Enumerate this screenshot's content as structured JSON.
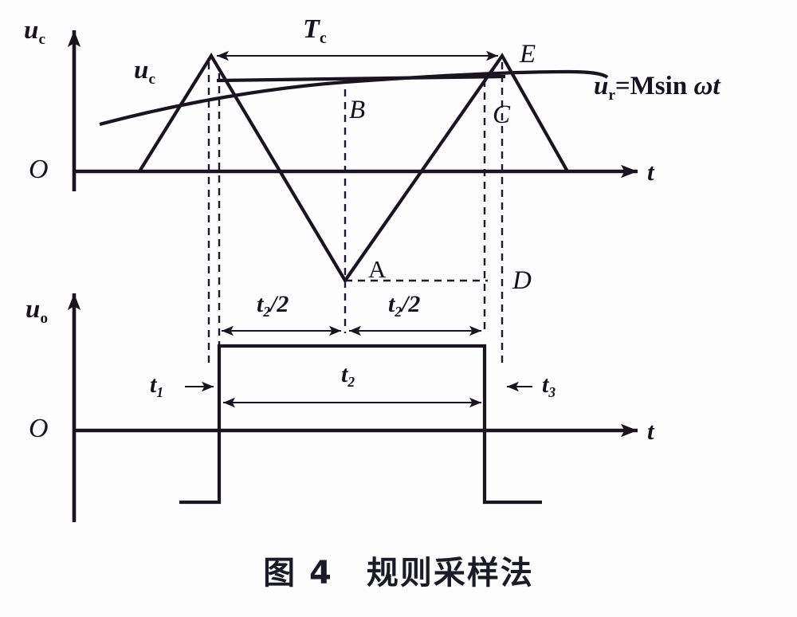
{
  "figure": {
    "caption": "图 4　规则采样法",
    "caption_number": "图 4",
    "caption_title": "规则采样法"
  },
  "top_plot": {
    "y_axis_label": "u",
    "y_axis_sub": "c",
    "x_axis_label": "t",
    "origin_label": "O",
    "carrier_label": "u",
    "carrier_sub": "c",
    "period_label": "T",
    "period_sub": "c",
    "equation": "=Msin",
    "equation_lead": "u",
    "equation_lead_sub": "r",
    "equation_omega": "ω",
    "equation_t": "t",
    "points": {
      "a": "A",
      "b": "B",
      "c": "C",
      "d": "D",
      "e": "E"
    }
  },
  "bottom_plot": {
    "y_axis_label": "u",
    "y_axis_sub": "o",
    "x_axis_label": "t",
    "origin_label": "O",
    "dim_t1": "t",
    "dim_t1_sub": "1",
    "dim_t2": "t",
    "dim_t2_sub": "2",
    "dim_t3": "t",
    "dim_t3_sub": "3",
    "dim_half_left": "t",
    "dim_half_left_sub": "2",
    "dim_half_left_tail": "/2",
    "dim_half_right": "t",
    "dim_half_right_sub": "2",
    "dim_half_right_tail": "/2"
  },
  "chart_data": {
    "type": "line",
    "title": "规则采样法",
    "xlabel": "t",
    "ylabel_top": "uc",
    "ylabel_bottom": "uo",
    "grid": false,
    "legend": "none",
    "series": [
      {
        "name": "carrier-triangle-uc",
        "type": "triangular-carrier",
        "points": [
          [
            175,
            215
          ],
          [
            265,
            70
          ],
          [
            433,
            352
          ],
          [
            608,
            88
          ],
          [
            630,
            70
          ],
          [
            712,
            215
          ]
        ]
      },
      {
        "name": "modulating-sine-ur",
        "type": "sine-approx",
        "equation": "ur = M sin ωt",
        "points": [
          [
            125,
            155
          ],
          [
            265,
            118
          ],
          [
            433,
            104
          ],
          [
            608,
            95
          ],
          [
            700,
            92
          ],
          [
            760,
            97
          ]
        ]
      },
      {
        "name": "sample-chord-BC",
        "type": "chord",
        "points": [
          [
            272,
            100
          ],
          [
            632,
            96
          ]
        ]
      },
      {
        "name": "pwm-output-uo",
        "type": "pulse",
        "points": [
          [
            225,
            630
          ],
          [
            275,
            630
          ],
          [
            275,
            434
          ],
          [
            608,
            434
          ],
          [
            608,
            630
          ],
          [
            680,
            630
          ]
        ]
      }
    ],
    "annotations": [
      {
        "label": "Tc",
        "type": "dimension",
        "from": [
          265,
          70
        ],
        "to": [
          630,
          70
        ],
        "value": "carrier period"
      },
      {
        "label": "t1",
        "type": "dimension",
        "x": 200,
        "y": 485
      },
      {
        "label": "t2",
        "type": "dimension",
        "from": [
          275,
          505
        ],
        "to": [
          608,
          505
        ]
      },
      {
        "label": "t2/2",
        "type": "dimension",
        "from": [
          275,
          415
        ],
        "to": [
          433,
          415
        ]
      },
      {
        "label": "t2/2",
        "type": "dimension",
        "from": [
          433,
          415
        ],
        "to": [
          608,
          415
        ]
      },
      {
        "label": "t3",
        "type": "dimension",
        "x": 700,
        "y": 485
      },
      {
        "label": "A",
        "type": "point",
        "x": 433,
        "y": 352
      },
      {
        "label": "B",
        "type": "point",
        "x": 433,
        "y": 104
      },
      {
        "label": "C",
        "type": "point",
        "x": 608,
        "y": 95
      },
      {
        "label": "D",
        "type": "point",
        "x": 630,
        "y": 352
      },
      {
        "label": "E",
        "type": "point",
        "x": 630,
        "y": 70
      }
    ],
    "axes": {
      "top_baseline_y": 215,
      "bottom_baseline_y": 540,
      "origin_x": 93
    }
  },
  "colors": {
    "ink": "#19141f",
    "dashed": "#1d1630",
    "background": "#fdfdfd"
  }
}
